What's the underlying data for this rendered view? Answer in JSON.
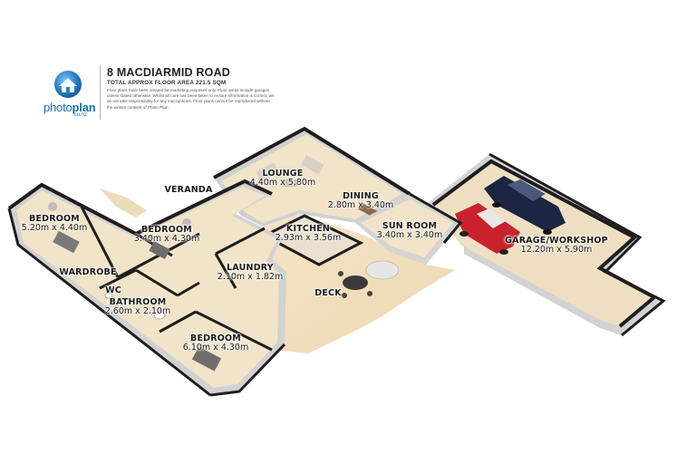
{
  "brand": {
    "name_part1": "photo",
    "name_part2": "plan",
    "domain": ".co.nz",
    "logo_icon": "house-globe-icon",
    "logo_color": "#1a6fb0"
  },
  "header": {
    "title": "8 MACDIARMID ROAD",
    "subtitle": "TOTAL APPROX FLOOR AREA 221.5 SQM",
    "disclaimer": "Floor plans have been created for marketing purposes only. Floor areas include garages unless stated otherwise. Whilst all care has been taken to ensure information is correct, we do not take responsibility for any inaccuracies. Floor plans cannot be reproduced without the written consent of Photo Plan."
  },
  "rooms": [
    {
      "id": "lounge",
      "name": "LOUNGE",
      "dims": "4.40m x 5.80m"
    },
    {
      "id": "dining",
      "name": "DINING",
      "dims": "2.80m x 3.40m"
    },
    {
      "id": "veranda",
      "name": "VERANDA",
      "dims": ""
    },
    {
      "id": "bedroom1",
      "name": "BEDROOM",
      "dims": "5.20m x 4.40m"
    },
    {
      "id": "bedroom2",
      "name": "BEDROOM",
      "dims": "3.40m x 4.30m"
    },
    {
      "id": "kitchen",
      "name": "KITCHEN",
      "dims": "2.93m x 3.56m"
    },
    {
      "id": "sunroom",
      "name": "SUN ROOM",
      "dims": "3.40m x 3.40m"
    },
    {
      "id": "garage",
      "name": "GARAGE/WORKSHOP",
      "dims": "12.20m x 5.90m"
    },
    {
      "id": "wardrobe",
      "name": "WARDROBE",
      "dims": ""
    },
    {
      "id": "laundry",
      "name": "LAUNDRY",
      "dims": "2.10m x 1.82m"
    },
    {
      "id": "wc",
      "name": "WC",
      "dims": ""
    },
    {
      "id": "bathroom",
      "name": "BATHROOM",
      "dims": "2.60m x 2.10m"
    },
    {
      "id": "deck",
      "name": "DECK",
      "dims": ""
    },
    {
      "id": "bedroom3",
      "name": "BEDROOM",
      "dims": "6.10m x 4.30m"
    }
  ],
  "colors": {
    "floor": "#f2e6cc",
    "deck": "#f0dfbe",
    "wall_top": "#1e1e1e",
    "wall_side": "#d2d2d2",
    "car_red": "#c8232c",
    "car_navy": "#1c2642"
  }
}
